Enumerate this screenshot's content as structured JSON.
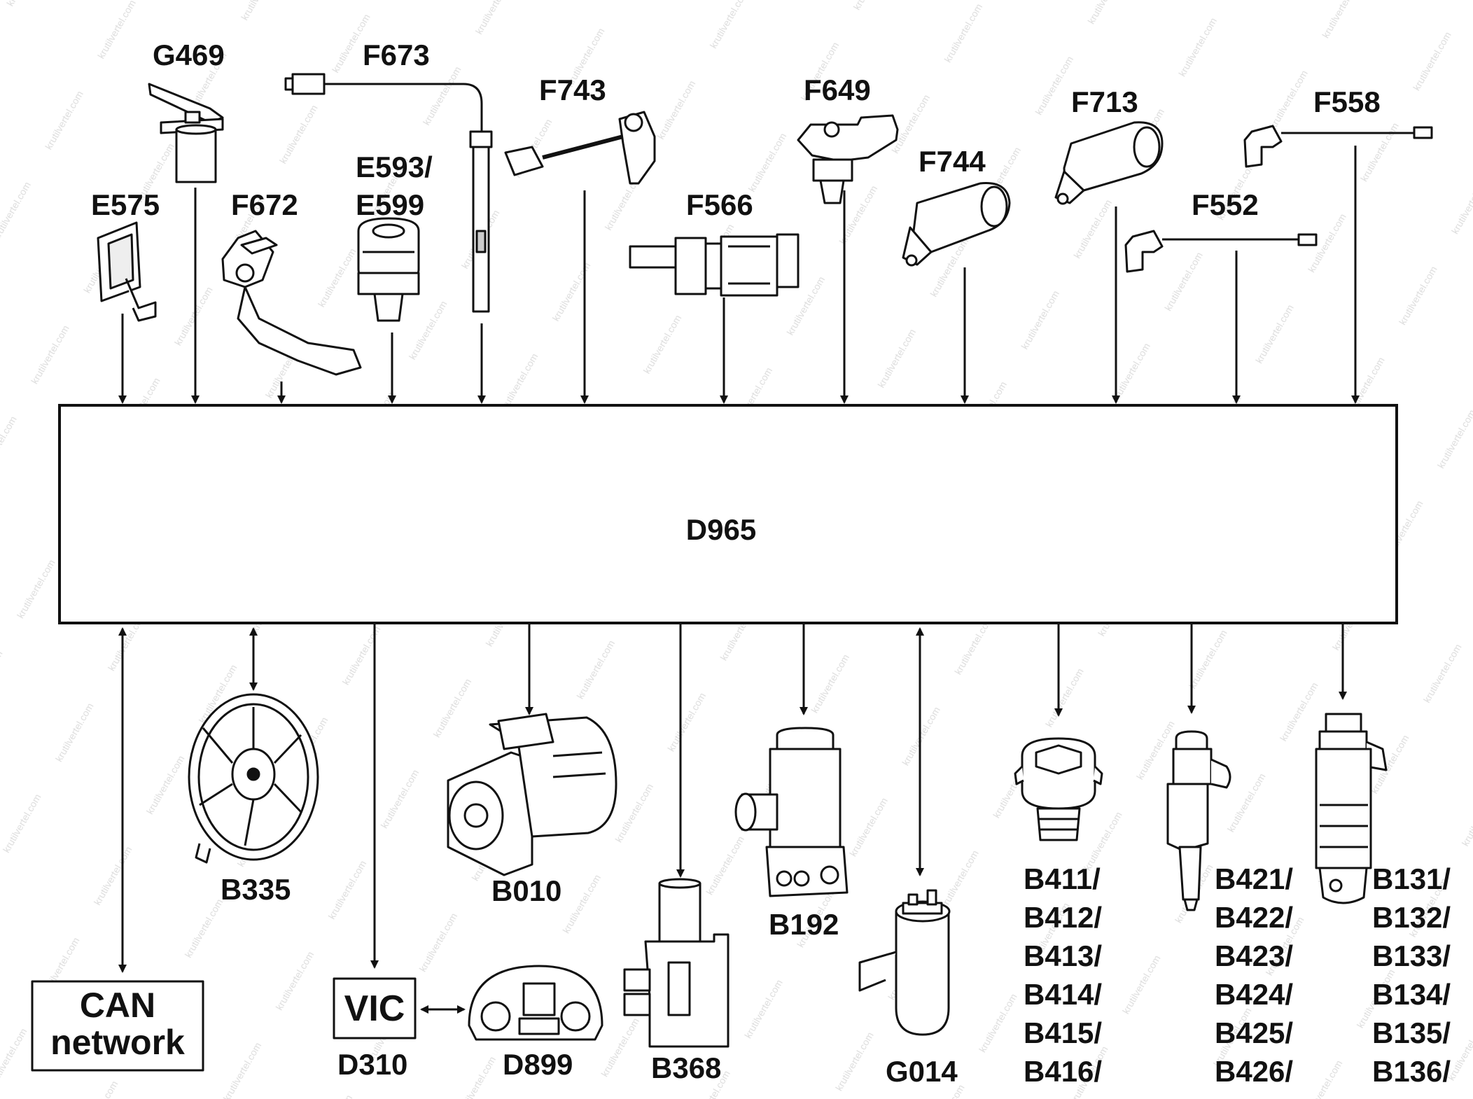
{
  "ecu": {
    "label": "D965"
  },
  "inputs": [
    {
      "label": "G469"
    },
    {
      "label": "F673"
    },
    {
      "label": "F743"
    },
    {
      "label": "F649"
    },
    {
      "label": "F713"
    },
    {
      "label": "F558"
    },
    {
      "label": "E593/"
    },
    {
      "label": "E599"
    },
    {
      "label": "E575"
    },
    {
      "label": "F672"
    },
    {
      "label": "F566"
    },
    {
      "label": "F744"
    },
    {
      "label": "F552"
    }
  ],
  "outputs": {
    "b335": "B335",
    "b010": "B010",
    "b192": "B192",
    "b368": "B368",
    "g014": "G014",
    "d310": "D310",
    "d899": "D899",
    "vic": "VIC",
    "can_line1": "CAN",
    "can_line2": "network",
    "injectors_group1": [
      "B411/",
      "B412/",
      "B413/",
      "B414/",
      "B415/",
      "B416/"
    ],
    "injectors_group2": [
      "B421/",
      "B422/",
      "B423/",
      "B424/",
      "B425/",
      "B426/"
    ],
    "injectors_group3": [
      "B131/",
      "B132/",
      "B133/",
      "B134/",
      "B135/",
      "B136/"
    ]
  },
  "watermark": "krutilvertel.com",
  "colors": {
    "line": "#111111",
    "background": "#ffffff",
    "watermark": "#c8c8c8"
  }
}
